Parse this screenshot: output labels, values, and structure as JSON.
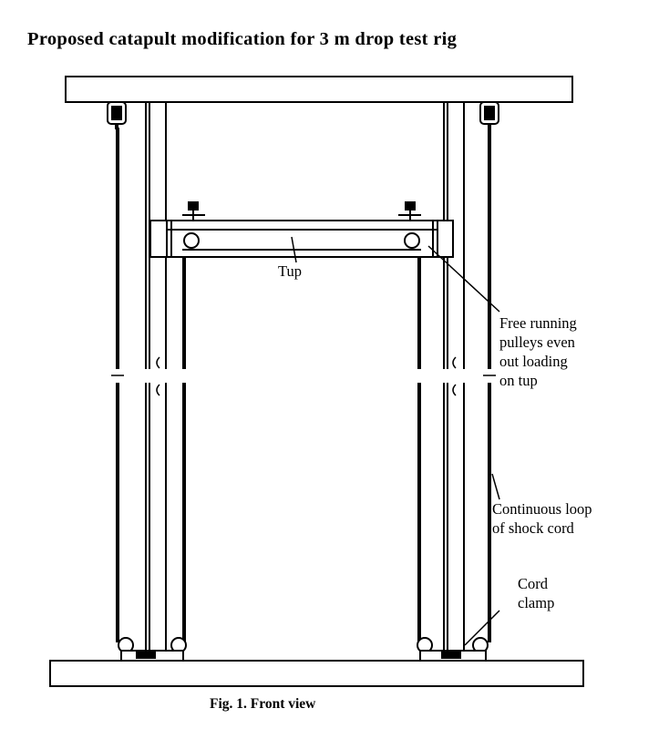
{
  "title": "Proposed catapult modification for 3 m drop test rig",
  "caption": "Fig. 1.  Front view",
  "labels": {
    "tup": "Tup",
    "pulleys": [
      "Free running",
      "pulleys even",
      "out loading",
      "on tup"
    ],
    "loop": [
      "Continuous loop",
      "of shock cord"
    ],
    "clamp": [
      "Cord",
      "clamp"
    ]
  },
  "colors": {
    "ink": "#000000",
    "background": "#ffffff"
  }
}
